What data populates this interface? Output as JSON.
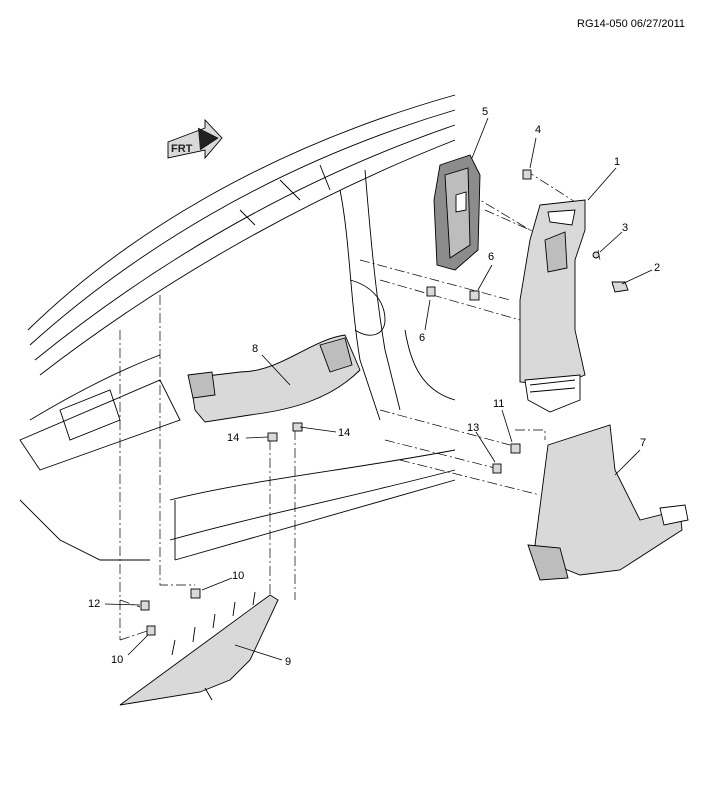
{
  "header": {
    "ref_code": "RG14-050 06/27/2011"
  },
  "front_indicator": {
    "label": "FRT"
  },
  "callouts": [
    {
      "id": "c1",
      "label": "1"
    },
    {
      "id": "c2",
      "label": "2"
    },
    {
      "id": "c3",
      "label": "3"
    },
    {
      "id": "c4",
      "label": "4"
    },
    {
      "id": "c5",
      "label": "5"
    },
    {
      "id": "c6a",
      "label": "6"
    },
    {
      "id": "c6b",
      "label": "6"
    },
    {
      "id": "c7",
      "label": "7"
    },
    {
      "id": "c8",
      "label": "8"
    },
    {
      "id": "c9",
      "label": "9"
    },
    {
      "id": "c10a",
      "label": "10"
    },
    {
      "id": "c10b",
      "label": "10"
    },
    {
      "id": "c11",
      "label": "11"
    },
    {
      "id": "c12",
      "label": "12"
    },
    {
      "id": "c13",
      "label": "13"
    },
    {
      "id": "c14a",
      "label": "14"
    },
    {
      "id": "c14b",
      "label": "14"
    }
  ],
  "colors": {
    "line": "#000000",
    "part_fill": "#d9d9d9",
    "dark_fill": "#8c8c8c"
  }
}
